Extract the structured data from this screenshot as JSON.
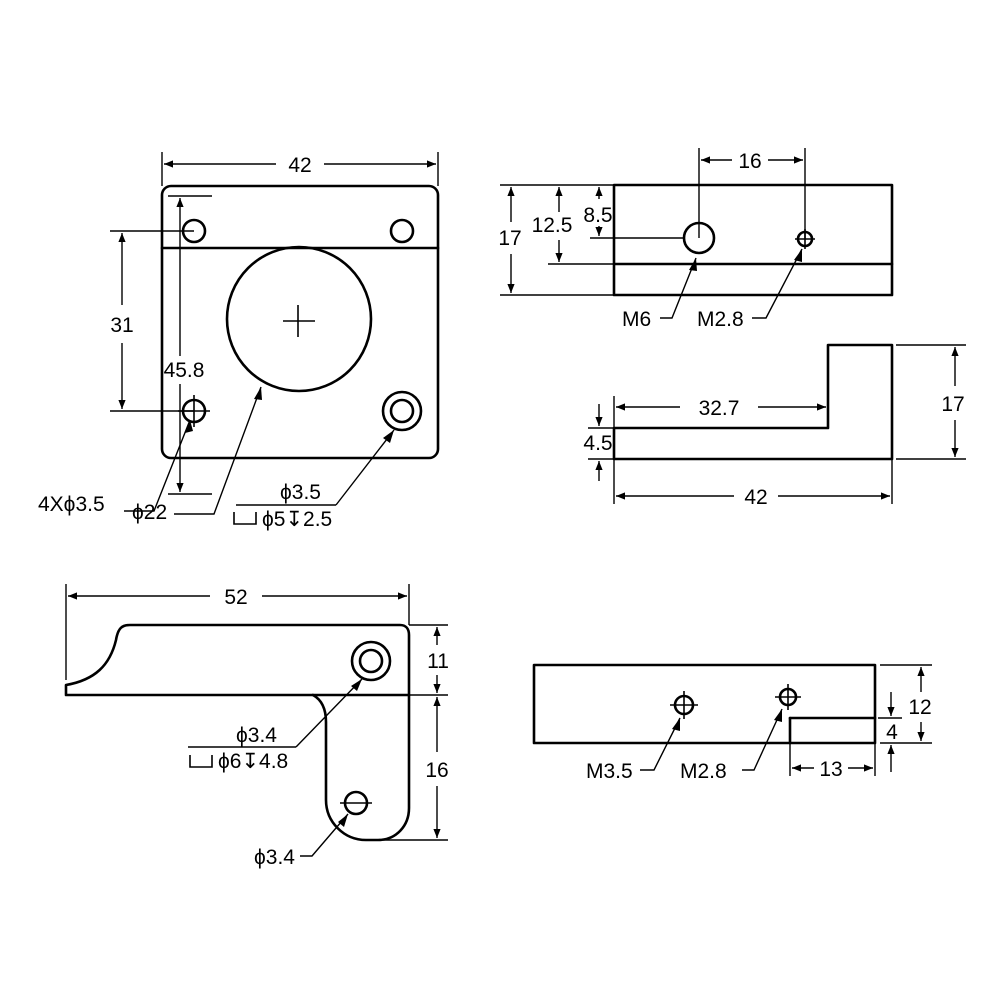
{
  "top_view": {
    "width": "42",
    "hole_spacing": "31",
    "height": "45.8",
    "corner_holes": "4Xϕ3.5",
    "big_hole": "ϕ22",
    "cbore_hole": "ϕ3.5",
    "cbore_spec": "ϕ5↧2.5"
  },
  "side_view_top": {
    "hole_offset": "16",
    "height": "17",
    "depth_1": "12.5",
    "depth_2": "8.5",
    "thread_1": "M6",
    "thread_2": "M2.8"
  },
  "side_view_l": {
    "flange_length": "32.7",
    "thickness": "4.5",
    "total_length": "42",
    "height": "17"
  },
  "front_view": {
    "length": "52",
    "upper_height": "11",
    "lower_height": "16",
    "hole_upper": "ϕ3.4",
    "cbore_spec": "ϕ6↧4.8",
    "hole_lower": "ϕ3.4"
  },
  "bottom_side_view": {
    "height": "12",
    "step_height": "4",
    "step_length": "13",
    "thread_1": "M3.5",
    "thread_2": "M2.8"
  }
}
